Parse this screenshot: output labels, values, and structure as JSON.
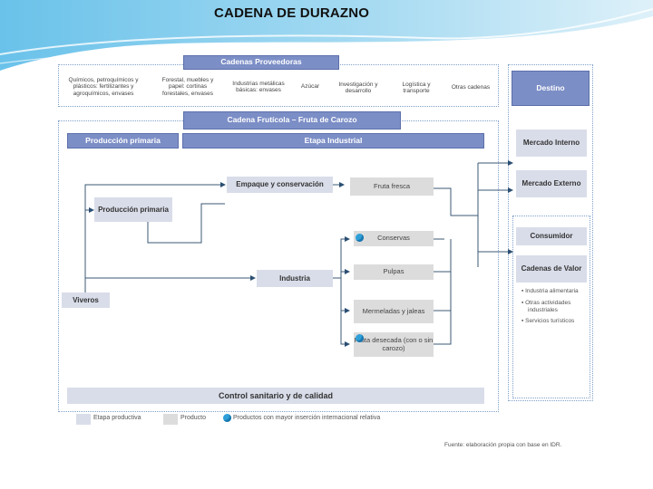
{
  "title": "CADENA DE DURAZNO",
  "proveedoras": {
    "header": "Cadenas Proveedoras",
    "items": [
      "Químicos, petroquímicos y plásticos: fertilizantes y agroquímicos, envases",
      "Forestal, muebles y papel: cortinas forestales, envases",
      "Industrias metálicas básicas: envases",
      "Azúcar",
      "Investigación y desarrollo",
      "Logística y transporte",
      "Otras cadenas"
    ]
  },
  "destino": {
    "header": "Destino",
    "mercado_interno": "Mercado Interno",
    "mercado_externo": "Mercado Externo",
    "consumidor": "Consumidor",
    "cadenas_valor": "Cadenas de Valor",
    "cadenas_items": [
      "Industria alimentaria",
      "Otras actividades industriales",
      "Servicios turísticos"
    ]
  },
  "cadena": {
    "header": "Cadena Frutícola – Fruta de Carozo",
    "produccion_primaria_header": "Producción primaria",
    "etapa_industrial_header": "Etapa Industrial",
    "empaque": "Empaque y conservación",
    "produccion_primaria": "Producción primaria",
    "viveros": "Viveros",
    "industria": "Industria",
    "control": "Control sanitario y de calidad",
    "productos": {
      "fruta_fresca": "Fruta fresca",
      "conservas": "Conservas",
      "pulpas": "Pulpas",
      "mermeladas": "Mermeladas y jaleas",
      "fruta_desecada": "Fruta desecada (con o sin carozo)"
    }
  },
  "legend": {
    "etapa": "Etapa productiva",
    "producto": "Producto",
    "insercion": "Productos con mayor inserción internacional relativa"
  },
  "source": "Fuente: elaboración propia con base en IDR.",
  "colors": {
    "header_blue": "#7c8ec6",
    "etapa_light": "#d9dde9",
    "producto_grey": "#dcdcdc",
    "accent_dot": "#2f9fd8",
    "frame_dotted": "#7fa0c8"
  }
}
